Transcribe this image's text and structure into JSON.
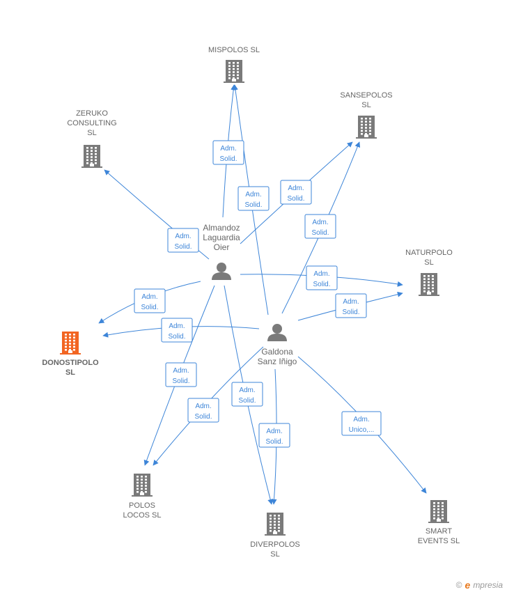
{
  "colors": {
    "edge": "#3d85d8",
    "building": "#7a7a7a",
    "focus_building": "#f26522",
    "person": "#7a7a7a",
    "label": "#666666"
  },
  "companies": [
    {
      "id": "mispolos",
      "lines": [
        "MISPOLOS  SL"
      ],
      "focus": false
    },
    {
      "id": "sansepolos",
      "lines": [
        "SANSEPOLOS",
        "SL"
      ],
      "focus": false
    },
    {
      "id": "zeruko",
      "lines": [
        "ZERUKO",
        "CONSULTING",
        "SL"
      ],
      "focus": false
    },
    {
      "id": "naturpolo",
      "lines": [
        "NATURPOLO",
        "SL"
      ],
      "focus": false
    },
    {
      "id": "donostipolo",
      "lines": [
        "DONOSTIPOLO",
        "SL"
      ],
      "focus": true
    },
    {
      "id": "poloslocos",
      "lines": [
        "POLOS",
        "LOCOS  SL"
      ],
      "focus": false
    },
    {
      "id": "diverpolos",
      "lines": [
        "DIVERPOLOS",
        "SL"
      ],
      "focus": false
    },
    {
      "id": "smartevents",
      "lines": [
        "SMART",
        "EVENTS SL"
      ],
      "focus": false
    }
  ],
  "people": [
    {
      "id": "almandoz",
      "lines": [
        "Almandoz",
        "Laguardia",
        "Oier"
      ]
    },
    {
      "id": "galdona",
      "lines": [
        "Galdona",
        "Sanz Iñigo"
      ]
    }
  ],
  "relations": [
    {
      "from": "almandoz",
      "to": "mispolos",
      "label": [
        "Adm.",
        "Solid."
      ]
    },
    {
      "from": "almandoz",
      "to": "zeruko",
      "label": [
        "Adm.",
        "Solid."
      ]
    },
    {
      "from": "almandoz",
      "to": "sansepolos",
      "label": [
        "Adm.",
        "Solid."
      ]
    },
    {
      "from": "almandoz",
      "to": "naturpolo",
      "label": [
        "Adm.",
        "Solid."
      ]
    },
    {
      "from": "almandoz",
      "to": "donostipolo",
      "label": [
        "Adm.",
        "Solid."
      ]
    },
    {
      "from": "almandoz",
      "to": "poloslocos",
      "label": [
        "Adm.",
        "Solid."
      ]
    },
    {
      "from": "almandoz",
      "to": "diverpolos",
      "label": [
        "Adm.",
        "Solid."
      ]
    },
    {
      "from": "galdona",
      "to": "mispolos",
      "label": [
        "Adm.",
        "Solid."
      ]
    },
    {
      "from": "galdona",
      "to": "sansepolos",
      "label": [
        "Adm.",
        "Solid."
      ]
    },
    {
      "from": "galdona",
      "to": "naturpolo",
      "label": [
        "Adm.",
        "Solid."
      ]
    },
    {
      "from": "galdona",
      "to": "donostipolo",
      "label": [
        "Adm.",
        "Solid."
      ]
    },
    {
      "from": "galdona",
      "to": "poloslocos",
      "label": [
        "Adm.",
        "Solid."
      ]
    },
    {
      "from": "galdona",
      "to": "diverpolos",
      "label": [
        "Adm.",
        "Solid."
      ]
    },
    {
      "from": "galdona",
      "to": "smartevents",
      "label": [
        "Adm.",
        "Unico,..."
      ]
    }
  ],
  "footer": {
    "copyright": "©",
    "brand_initial": "e",
    "brand_rest": "mpresia"
  }
}
